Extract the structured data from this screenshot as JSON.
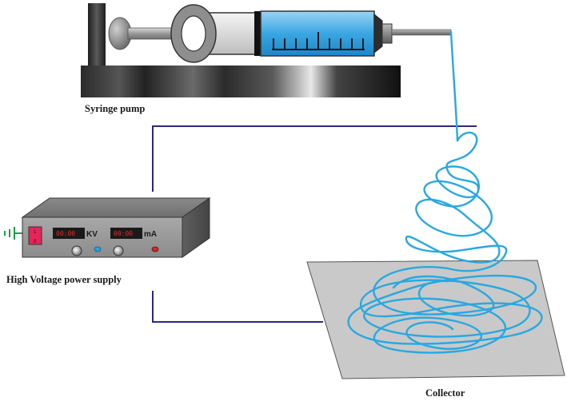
{
  "labels": {
    "syringe_pump": "Syringe pump",
    "power_supply": "High Voltage power supply",
    "collector": "Collector"
  },
  "power_supply": {
    "display_kv": "00:00",
    "unit_kv": "KV",
    "display_ma": "00:00",
    "unit_ma": "mA",
    "switch_on": "1",
    "switch_off": "0"
  },
  "colors": {
    "fiber": "#29a8e0",
    "wire": "#2b2a7a",
    "barrel": "#58b7ea",
    "switch": "#e8245a",
    "plate": "#c9c9c9"
  }
}
